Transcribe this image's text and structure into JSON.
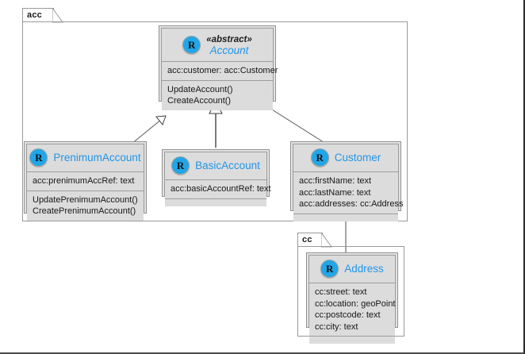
{
  "diagram": {
    "type": "uml-class-diagram",
    "background": "#ffffff",
    "accent_blue": "#2196e8",
    "box_fill": "#dcdcdc",
    "line_color": "#555555"
  },
  "packages": [
    {
      "id": "acc",
      "label": "acc"
    },
    {
      "id": "cc",
      "label": "cc"
    }
  ],
  "classes": [
    {
      "id": "account",
      "icon": "R",
      "stereotype": "«abstract»",
      "name": "Account",
      "abstract": true,
      "package": "acc",
      "attributes": [
        "acc:customer: acc:Customer"
      ],
      "operations": [
        "UpdateAccount()",
        "CreateAccount()"
      ]
    },
    {
      "id": "prenimum_account",
      "icon": "R",
      "stereotype": "",
      "name": "PrenimumAccount",
      "abstract": false,
      "package": "acc",
      "attributes": [
        "acc:prenimumAccRef: text"
      ],
      "operations": [
        "UpdatePrenimumAccount()",
        "CreatePrenimumAccount()"
      ]
    },
    {
      "id": "basic_account",
      "icon": "R",
      "stereotype": "",
      "name": "BasicAccount",
      "abstract": false,
      "package": "acc",
      "attributes": [
        "acc:basicAccountRef: text"
      ],
      "operations": []
    },
    {
      "id": "customer",
      "icon": "R",
      "stereotype": "",
      "name": "Customer",
      "abstract": false,
      "package": "acc",
      "attributes": [
        "acc:firstName: text",
        "acc:lastName: text",
        "acc:addresses: cc:Address"
      ],
      "operations": []
    },
    {
      "id": "address",
      "icon": "R",
      "stereotype": "",
      "name": "Address",
      "abstract": false,
      "package": "cc",
      "attributes": [
        "cc:street: text",
        "cc:location: geoPoint",
        "cc:postcode: text",
        "cc:city: text"
      ],
      "operations": []
    }
  ],
  "relationships": [
    {
      "id": "rel-prenimum-account",
      "type": "generalization",
      "from": "prenimum_account",
      "to": "account",
      "marker": "hollow-triangle"
    },
    {
      "id": "rel-basic-account",
      "type": "generalization",
      "from": "basic_account",
      "to": "account",
      "marker": "hollow-triangle"
    },
    {
      "id": "rel-account-customer",
      "type": "aggregation",
      "from": "account",
      "to": "customer",
      "marker": "hollow-diamond"
    },
    {
      "id": "rel-customer-address",
      "type": "aggregation",
      "from": "customer",
      "to": "address",
      "marker": "hollow-diamond"
    }
  ]
}
